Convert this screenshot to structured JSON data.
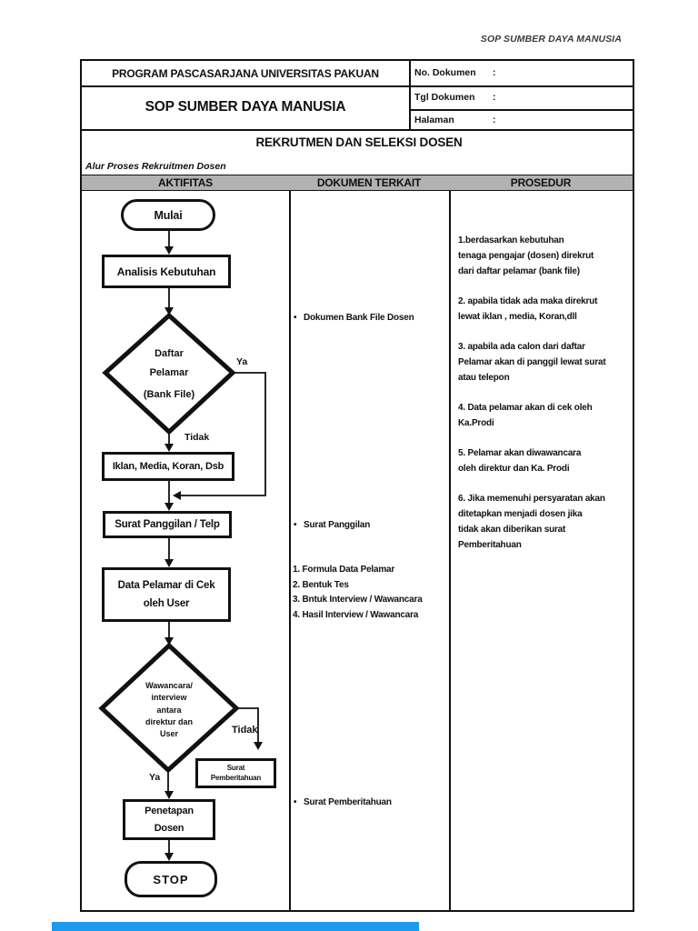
{
  "page": {
    "watermark": "SOP SUMBER DAYA MANUSIA",
    "bullet": "•"
  },
  "header": {
    "org": "PROGRAM PASCASARJANA UNIVERSITAS PAKUAN",
    "title": "SOP SUMBER DAYA MANUSIA",
    "fields": [
      {
        "label": "No. Dokumen",
        "colon": ":"
      },
      {
        "label": "Tgl Dokumen",
        "colon": ":"
      },
      {
        "label": "Halaman",
        "colon": ":"
      }
    ],
    "section_title": "REKRUTMEN DAN SELEKSI DOSEN",
    "subtitle": "Alur Proses Rekruitmen Dosen"
  },
  "table_headers": {
    "col1": "AKTIFITAS",
    "col2": "DOKUMEN TERKAIT",
    "col3": "PROSEDUR"
  },
  "flowchart": {
    "start": "Mulai",
    "step1": "Analisis Kebutuhan",
    "decision1": [
      "Daftar",
      "Pelamar",
      "(Bank File)"
    ],
    "label_ya": "Ya",
    "label_tidak": "Tidak",
    "step2": "Iklan, Media, Koran, Dsb",
    "step3": "Surat Panggilan / Telp",
    "step4": [
      "Data Pelamar di Cek",
      "oleh User"
    ],
    "decision2": [
      "Wawancara/",
      "interview",
      "antara",
      "direktur dan",
      "User"
    ],
    "label_ya2": "Ya",
    "label_tidak2": "Tidak",
    "side_box": [
      "Surat",
      "Pemberitahuan"
    ],
    "step5": [
      "Penetapan",
      "Dosen"
    ],
    "end": "STOP"
  },
  "dokumen_terkait": {
    "item1": "Dokumen Bank File Dosen",
    "item2": "Surat Panggilan",
    "list": [
      "1. Formula Data Pelamar",
      "2. Bentuk Tes",
      "3. Bntuk Interview / Wawancara",
      "4. Hasil Interview / Wawancara"
    ],
    "item3": "Surat Pemberitahuan"
  },
  "prosedur": [
    [
      "1.berdasarkan kebutuhan",
      "tenaga pengajar (dosen) direkrut",
      "dari daftar pelamar (bank file)"
    ],
    [
      "2. apabila tidak ada maka direkrut",
      "lewat iklan , media, Koran,dll"
    ],
    [
      "3. apabila ada calon dari daftar",
      "Pelamar akan di panggil lewat surat",
      "atau telepon"
    ],
    [
      "4. Data pelamar akan di cek oleh",
      "Ka.Prodi"
    ],
    [
      "5. Pelamar akan diwawancara",
      "oleh direktur dan Ka. Prodi"
    ],
    [
      "6. Jika memenuhi persyaratan akan",
      "ditetapkan menjadi dosen jika",
      "tidak akan diberikan surat",
      "Pemberitahuan"
    ]
  ],
  "colors": {
    "header_gray": "#b2b2b2",
    "accent_blue": "#1b9af0",
    "ink": "#111111"
  }
}
